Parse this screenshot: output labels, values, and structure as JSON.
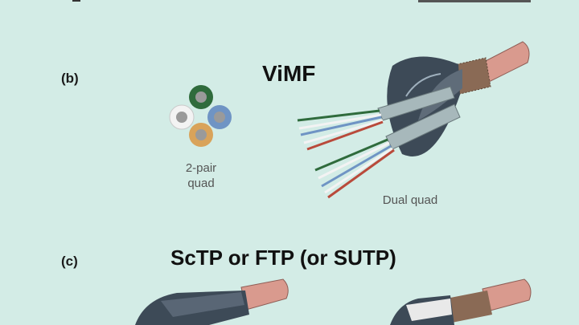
{
  "section_b": {
    "letter": "(b)",
    "title": "ViMF",
    "quad_caption_line1": "2-pair",
    "quad_caption_line2": "quad",
    "cable_caption": "Dual quad"
  },
  "section_c": {
    "letter": "(c)",
    "title": "ScTP or FTP (or SUTP)"
  },
  "colors": {
    "background": "#d3ece6",
    "jacket": "#d99a8e",
    "shield": "#3d4a57",
    "braid": "#8a6a55",
    "wire_green": "#2f6b3c",
    "wire_blue": "#6f94c4",
    "wire_orange": "#d9a35a",
    "wire_white": "#f3f3f3"
  },
  "icons": [
    "quad-conductor-icon",
    "dual-quad-cable-icon",
    "sctp-cable-icon"
  ]
}
